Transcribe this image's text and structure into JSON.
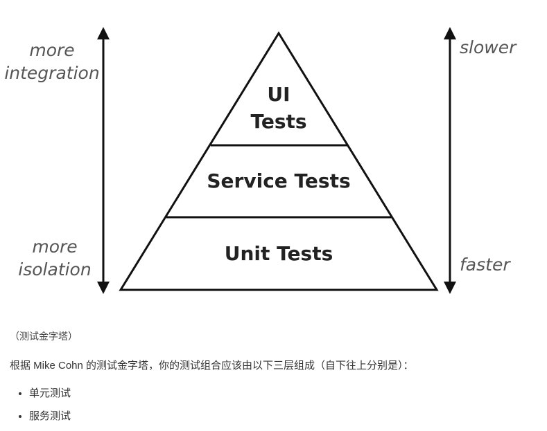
{
  "diagram": {
    "left_top_label": [
      "more",
      "integration"
    ],
    "left_bottom_label": [
      "more",
      "isolation"
    ],
    "right_top_label": "slower",
    "right_bottom_label": "faster",
    "tiers": {
      "top": [
        "UI",
        "Tests"
      ],
      "middle": "Service Tests",
      "bottom": "Unit Tests"
    }
  },
  "caption": "（测试金字塔）",
  "intro": "根据 Mike Cohn 的测试金字塔，你的测试组合应该由以下三层组成（自下往上分别是）：",
  "list": [
    "单元测试",
    "服务测试"
  ]
}
